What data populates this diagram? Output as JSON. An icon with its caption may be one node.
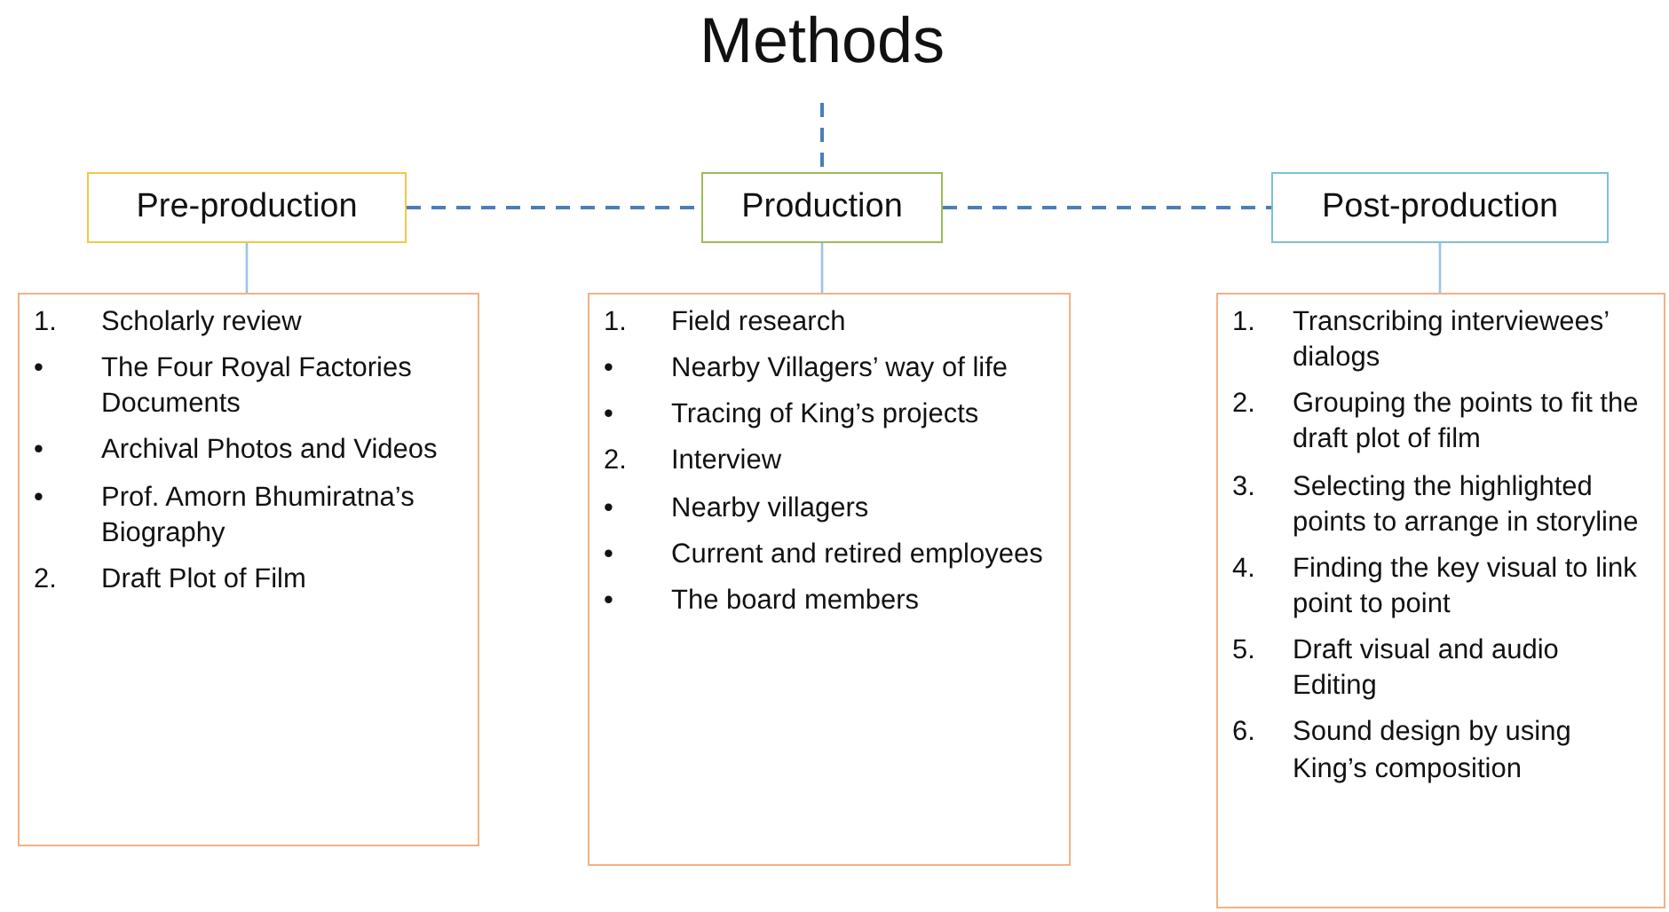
{
  "diagram": {
    "title": "Methods",
    "nodes": [
      {
        "text": [
          "Pre-production"
        ]
      },
      {
        "text": [
          "Production"
        ]
      },
      {
        "text": [
          "Post-production"
        ]
      },
      {
        "text": [
          "1. Scholarly review",
          "• The Four Royal Factories Documents",
          "• Archival Photos and Videos",
          "• Prof. Amorn Bhumiratna’s Biography",
          "2. Draft Plot of Film"
        ]
      },
      {
        "text": [
          "1. Field research",
          "• Nearby Villagers’ way of life",
          "• Tracing of King’s projects",
          "2. Interview",
          "• Nearby villagers",
          "• Current and retired employees",
          "• The board members"
        ]
      },
      {
        "text": [
          "1. Transcribing interviewees’ dialogs",
          "2. Grouping the points to fit the draft plot of film",
          "3. Selecting the highlighted points to arrange in storyline",
          "4. Finding the key visual to link point to point",
          "5. Draft visual and audio Editing",
          "6. Sound design by using King’s composition"
        ]
      }
    ],
    "edges": [
      {
        "from": null,
        "to": 1,
        "arrow": "none",
        "style": "dashed"
      },
      {
        "from": 0,
        "to": 1,
        "arrow": "none",
        "style": "dashed"
      },
      {
        "from": 1,
        "to": 2,
        "arrow": "none",
        "style": "dashed"
      },
      {
        "from": 0,
        "to": 3,
        "arrow": "none",
        "color": "#9dc3e6"
      },
      {
        "from": 1,
        "to": 4,
        "arrow": "none",
        "color": "#9dc3e6"
      },
      {
        "from": 2,
        "to": 5,
        "arrow": "none",
        "color": "#9dc3e6"
      }
    ]
  }
}
